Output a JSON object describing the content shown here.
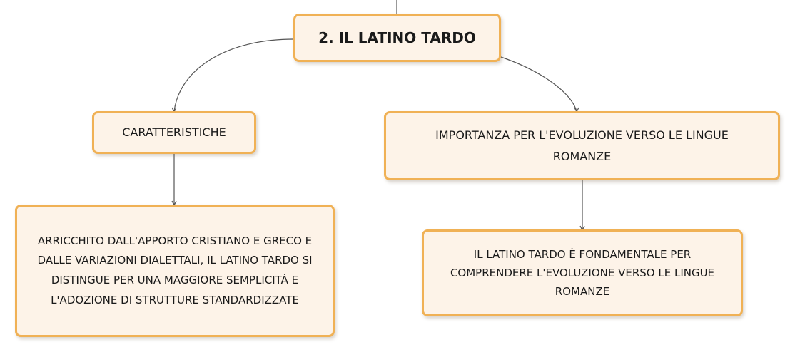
{
  "colors": {
    "node_fill": "#fdf3e8",
    "node_border": "#f0b155",
    "connector": "#555555"
  },
  "map": {
    "root": {
      "label": "2. IL LATINO TARDO"
    },
    "left_branch": {
      "label": "CARATTERISTICHE",
      "child": "ARRICCHITO DALL'APPORTO CRISTIANO E GRECO E DALLE VARIAZIONI DIALETTALI, IL LATINO TARDO SI DISTINGUE PER UNA MAGGIORE SEMPLICITÀ E L'ADOZIONE DI STRUTTURE STANDARDIZZATE"
    },
    "right_branch": {
      "label": "IMPORTANZA PER L'EVOLUZIONE VERSO LE LINGUE ROMANZE",
      "child": "IL LATINO TARDO È FONDAMENTALE PER COMPRENDERE L'EVOLUZIONE VERSO LE LINGUE ROMANZE"
    }
  }
}
